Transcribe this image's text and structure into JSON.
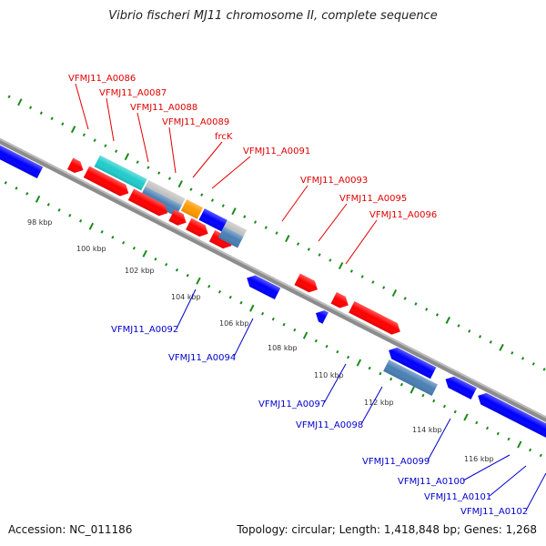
{
  "title": "Vibrio fischeri MJ11 chromosome II, complete sequence",
  "footer": {
    "accession": "Accession: NC_011186",
    "topology": "Topology: circular; Length: 1,418,848 bp; Genes: 1,268"
  },
  "colors": {
    "backbone": "#8c8c8c",
    "tick": "#1a8a1a",
    "forward_label": "#e00000",
    "reverse_label": "#0000cc",
    "red": "#ff0000",
    "blue": "#0000ff",
    "cyan": "#22cccc",
    "gray": "#c0c0c0",
    "steel": "#4a80b4",
    "orange": "#ff9900"
  },
  "axis": {
    "unit": "kbp",
    "tick_labels": [
      "98 kbp",
      "100 kbp",
      "102 kbp",
      "104 kbp",
      "106 kbp",
      "108 kbp",
      "110 kbp",
      "112 kbp",
      "114 kbp",
      "116 kbp"
    ]
  },
  "forward_labels": [
    "VFMJ11_A0086",
    "VFMJ11_A0087",
    "VFMJ11_A0088",
    "VFMJ11_A0089",
    "frcK",
    "VFMJ11_A0091",
    "VFMJ11_A0093",
    "VFMJ11_A0095",
    "VFMJ11_A0096"
  ],
  "reverse_labels": [
    "VFMJ11_A0092",
    "VFMJ11_A0094",
    "VFMJ11_A0097",
    "VFMJ11_A0098",
    "VFMJ11_A0099",
    "VFMJ11_A0100",
    "VFMJ11_A0101",
    "VFMJ11_A0102"
  ]
}
